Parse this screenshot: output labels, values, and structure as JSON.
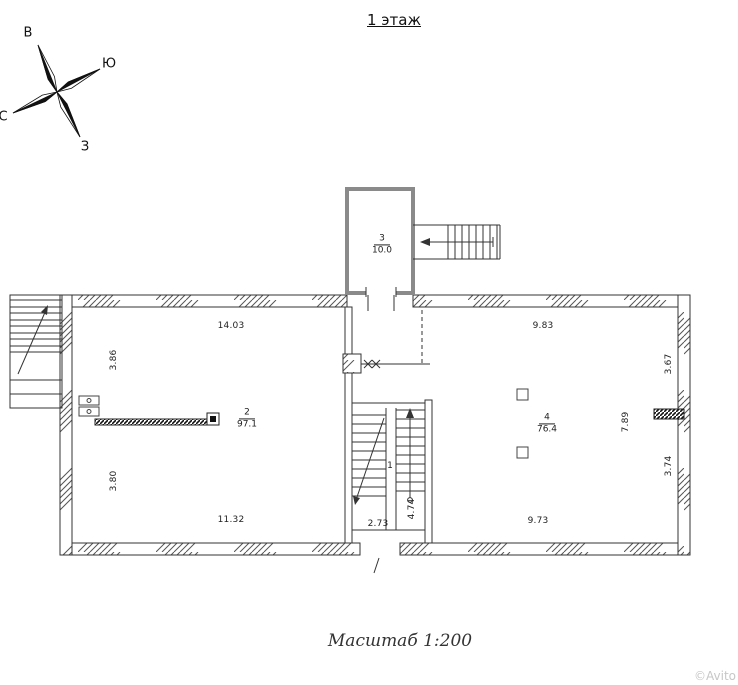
{
  "title": "1 этаж",
  "scale": {
    "label": "Масштаб 1:200"
  },
  "watermark": "©Avito",
  "compass": {
    "top": "В",
    "right": "Ю",
    "bottom": "З",
    "left": "С"
  },
  "rooms": {
    "vestibule": {
      "number": "3",
      "area": "10.0"
    },
    "left": {
      "number": "2",
      "area": "97.1"
    },
    "right": {
      "number": "4",
      "area": "76.4"
    },
    "stair": {
      "number": "1"
    }
  },
  "dimensions": {
    "top_left": "14.03",
    "top_right": "9.83",
    "left_upper": "3.86",
    "left_lower": "3.80",
    "bottom_left": "11.32",
    "bottom_right": "9.73",
    "right_upper": "3.67",
    "right_mid": "7.89",
    "right_lower": "3.74",
    "stair_width": "2.73",
    "stair_depth": "4.74"
  }
}
